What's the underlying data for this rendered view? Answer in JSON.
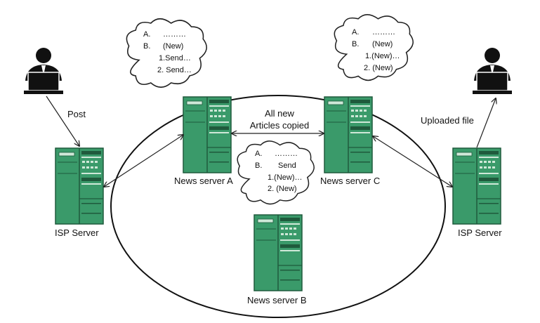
{
  "labels": {
    "post": "Post",
    "uploaded_file": "Uploaded file",
    "isp_left": "ISP Server",
    "isp_right": "ISP Server",
    "server_a": "News server A",
    "server_b": "News server B",
    "server_c": "News server C",
    "copy_line1": "All new",
    "copy_line2": "Articles copied"
  },
  "clouds": {
    "a": {
      "l1": "A.",
      "l1b": "………",
      "l2": "B.",
      "l2b": "(New)",
      "l3": "1.Send…",
      "l4": "2. Send…"
    },
    "c": {
      "l1": "A.",
      "l1b": "………",
      "l2": "B.",
      "l2b": "(New)",
      "l3": "1.(New)…",
      "l4": "2. (New)"
    },
    "b": {
      "l1": "A.",
      "l1b": "………",
      "l2": "B.",
      "l2b": "Send",
      "l3": "1.(New)…",
      "l4": "2. (New)"
    }
  },
  "colors": {
    "server_fill": "#3a9a6a",
    "server_dark": "#1f5a3c",
    "server_light": "#cfe8d8",
    "line": "#222222",
    "person": "#111111"
  },
  "icons": [
    "user-icon",
    "laptop-icon",
    "server-icon",
    "cloud-icon"
  ]
}
